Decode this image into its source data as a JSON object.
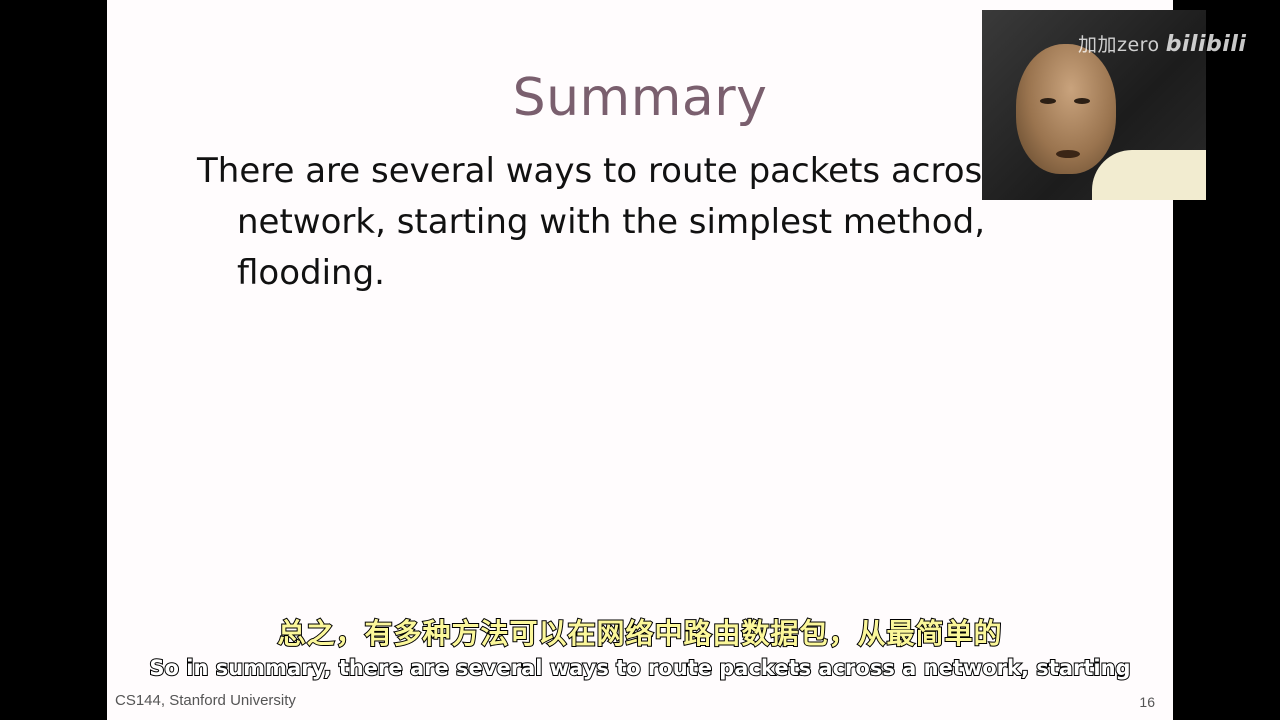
{
  "slide": {
    "title": "Summary",
    "bullet": "There are several ways to route packets across a network, starting with the simplest method, flooding.",
    "footer_left": "CS144, Stanford University",
    "page_number": "16"
  },
  "overlay": {
    "watermark_user": "加加zero",
    "watermark_brand": "bilibili"
  },
  "subtitles": {
    "chinese": "总之，有多种方法可以在网络中路由数据包，从最简单的",
    "english": "So in summary, there are several ways to route packets across a network, starting"
  }
}
